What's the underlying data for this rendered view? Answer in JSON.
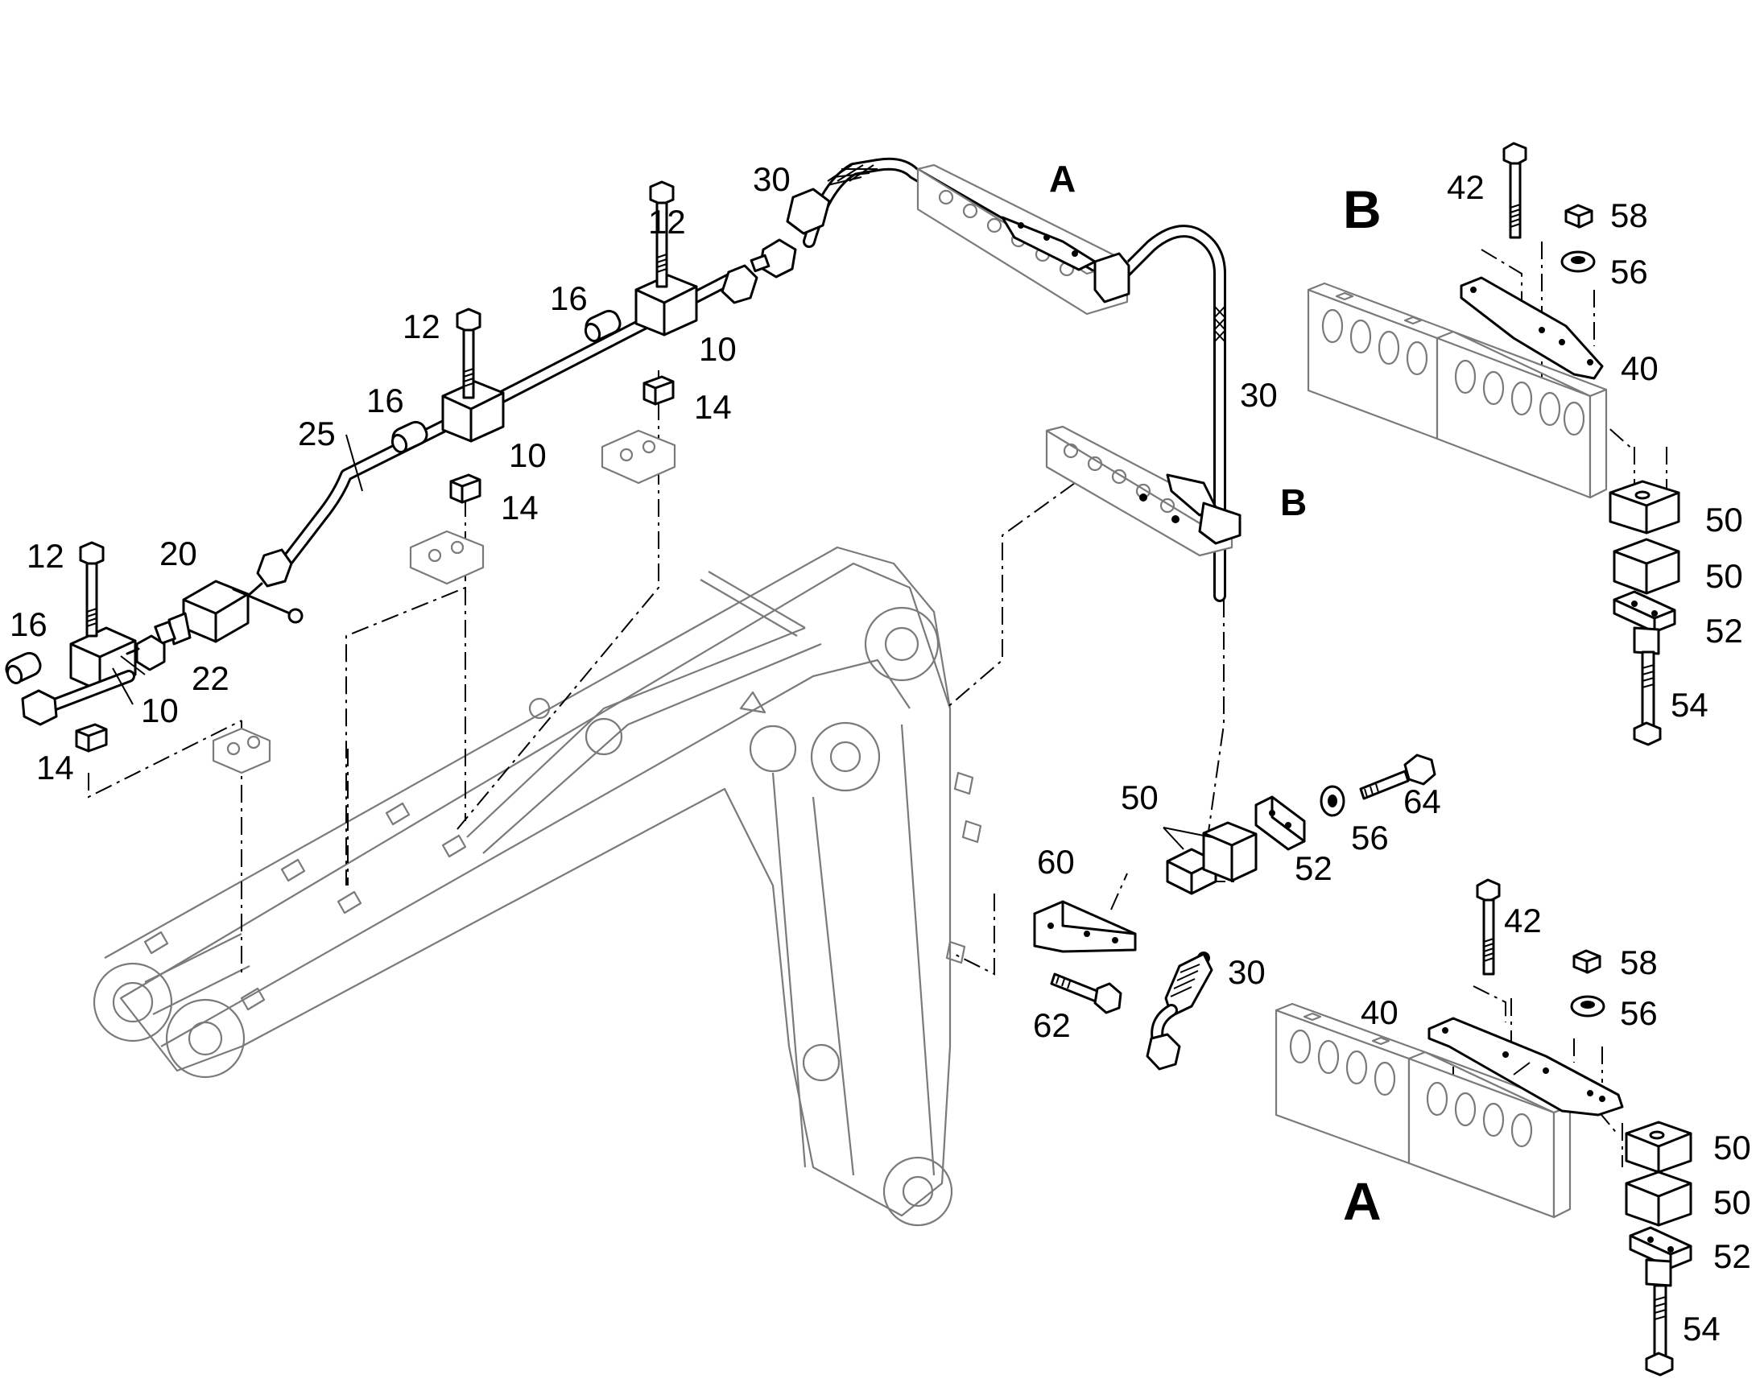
{
  "callouts": {
    "c12a": "12",
    "c12b": "12",
    "c12c": "12",
    "c16a": "16",
    "c16b": "16",
    "c16c": "16",
    "c10a": "10",
    "c10b": "10",
    "c10c": "10",
    "c14a": "14",
    "c14b": "14",
    "c14c": "14",
    "c25": "25",
    "c20": "20",
    "c22": "22",
    "c30a": "30",
    "c30b": "30",
    "c30c": "30",
    "c42a": "42",
    "c42b": "42",
    "c58a": "58",
    "c58b": "58",
    "c56a": "56",
    "c56b": "56",
    "c56c": "56",
    "c40a": "40",
    "c40b": "40",
    "c50a": "50",
    "c50b": "50",
    "c50c": "50",
    "c50d": "50",
    "c50e": "50",
    "c52a": "52",
    "c52b": "52",
    "c52c": "52",
    "c54a": "54",
    "c54b": "54",
    "c60": "60",
    "c62": "62",
    "c64": "64"
  },
  "detail_labels": {
    "A_main": "A",
    "B_main": "B",
    "A_detail": "A",
    "B_detail": "B"
  }
}
